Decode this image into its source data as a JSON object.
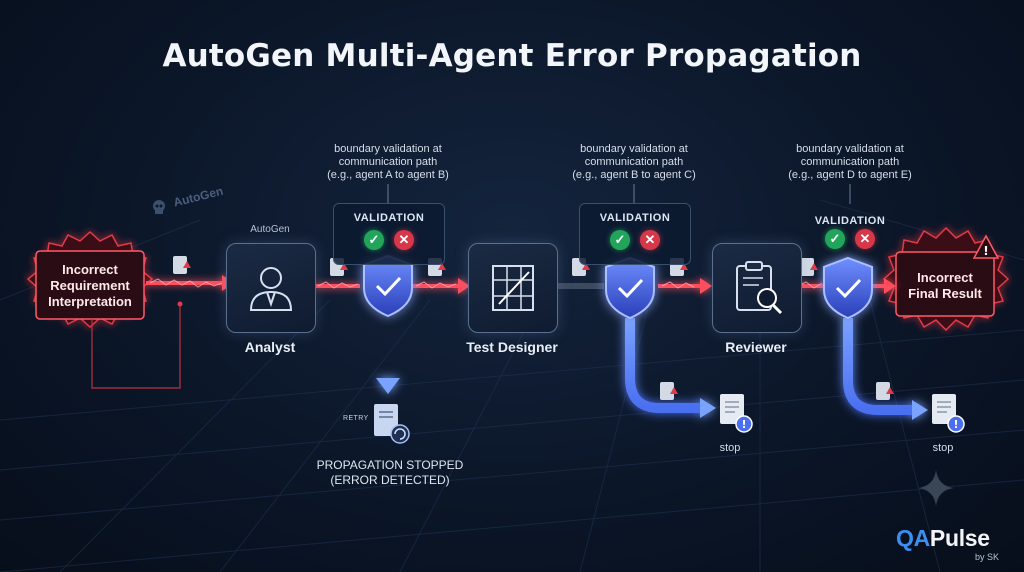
{
  "title": "AutoGen Multi-Agent Error Propagation",
  "watermark": "AutoGen",
  "autogen_tag": "AutoGen",
  "start_box": {
    "lines": [
      "Incorrect",
      "Requirement",
      "Interpretation"
    ]
  },
  "end_box": {
    "lines": [
      "Incorrect",
      "Final Result"
    ]
  },
  "agents": [
    {
      "label": "Analyst",
      "icon": "analyst-person-icon"
    },
    {
      "label": "Test Designer",
      "icon": "test-grid-icon"
    },
    {
      "label": "Reviewer",
      "icon": "clipboard-magnifier-icon"
    }
  ],
  "validation_label": "VALIDATION",
  "notes": [
    [
      "boundary validation at",
      "communication path",
      "(e.g., agent A to agent B)"
    ],
    [
      "boundary validation at",
      "communication path",
      "(e.g., agent B to agent C)"
    ],
    [
      "boundary validation at",
      "communication path",
      "(e.g., agent D to agent E)"
    ]
  ],
  "retry_label": "RETRY",
  "propagation_stopped": [
    "PROPAGATION STOPPED",
    "(ERROR DETECTED)"
  ],
  "stop_label": "stop",
  "brand": {
    "qa": "QA",
    "pulse": "Pulse",
    "sub": "by SK"
  },
  "colors": {
    "error_red": "#e03a4a",
    "flow_blue": "#5e8cff",
    "check_green": "#22a55b",
    "brand_blue": "#3a8ff0"
  }
}
